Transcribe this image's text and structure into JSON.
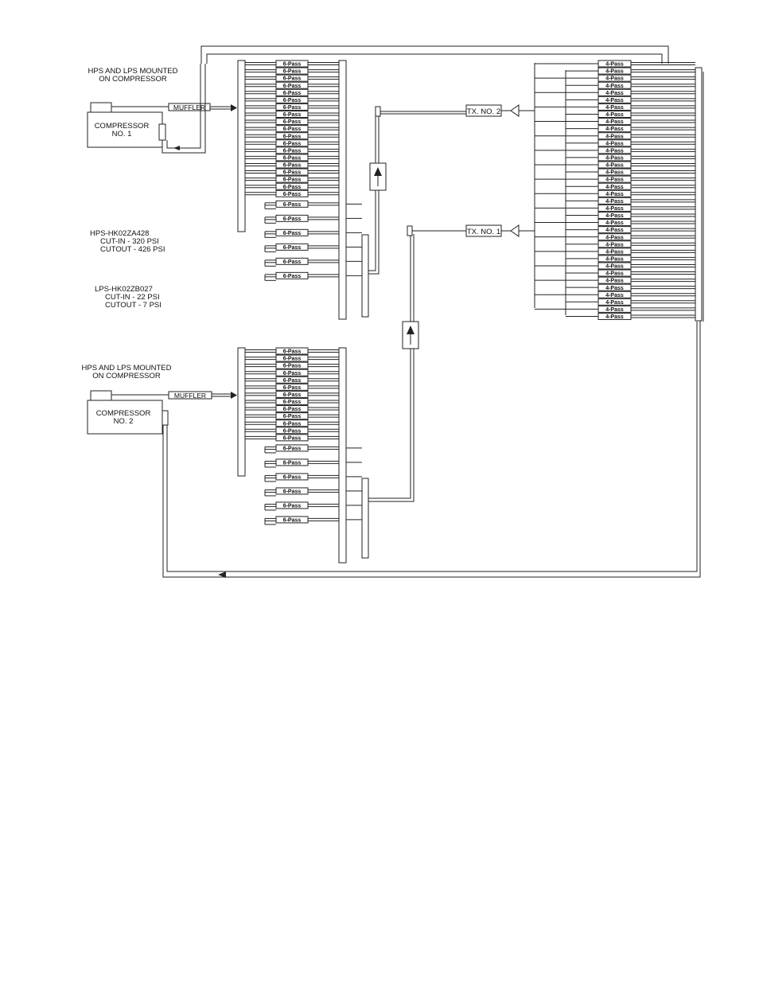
{
  "labels": {
    "mount1": [
      "HPS AND LPS MOUNTED",
      "ON COMPRESSOR"
    ],
    "mount2": [
      "HPS AND LPS MOUNTED",
      "ON COMPRESSOR"
    ],
    "compressor1": [
      "COMPRESSOR",
      "NO. 1"
    ],
    "compressor2": [
      "COMPRESSOR",
      "NO. 2"
    ],
    "muffler1": "MUFFLER",
    "muffler2": "MUFFLER",
    "hps": [
      "HPS-HK02ZA428",
      "CUT-IN - 320 PSI",
      "CUTOUT - 426 PSI"
    ],
    "lps": [
      "LPS-HK02ZB027",
      "CUT-IN - 22 PSI",
      "CUTOUT - 7 PSI"
    ],
    "tx1": "TX. NO. 1",
    "tx2": "TX. NO. 2"
  },
  "coil1": {
    "label": "6-Pass",
    "circuits": 25
  },
  "coil2": {
    "label": "6-Pass",
    "circuits": 19
  },
  "coil3": {
    "label": "4-Pass",
    "circuits": 36
  }
}
